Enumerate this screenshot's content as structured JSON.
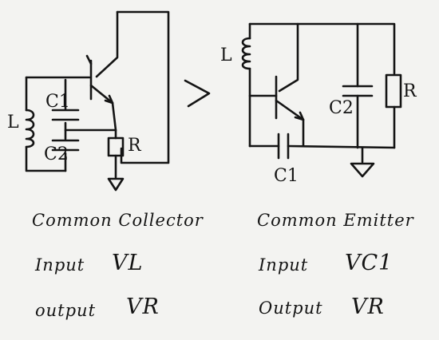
{
  "left_circuit": {
    "inductor_label": "L",
    "cap1_label": "C1",
    "cap2_label": "C2",
    "resistor_label": "R",
    "configuration": "Common Collector",
    "input": {
      "label": "Input",
      "value": "VL"
    },
    "output": {
      "label": "output",
      "value": "VR"
    }
  },
  "right_circuit": {
    "inductor_label": "L",
    "cap1_label": "C1",
    "cap2_label": "C2",
    "resistor_label": "R",
    "configuration": "Common Emitter",
    "input": {
      "label": "Input",
      "value": "VC1"
    },
    "output": {
      "label": "Output",
      "value": "VR"
    }
  },
  "ink_color": "#141414",
  "paper_color": "#f3f3f1"
}
